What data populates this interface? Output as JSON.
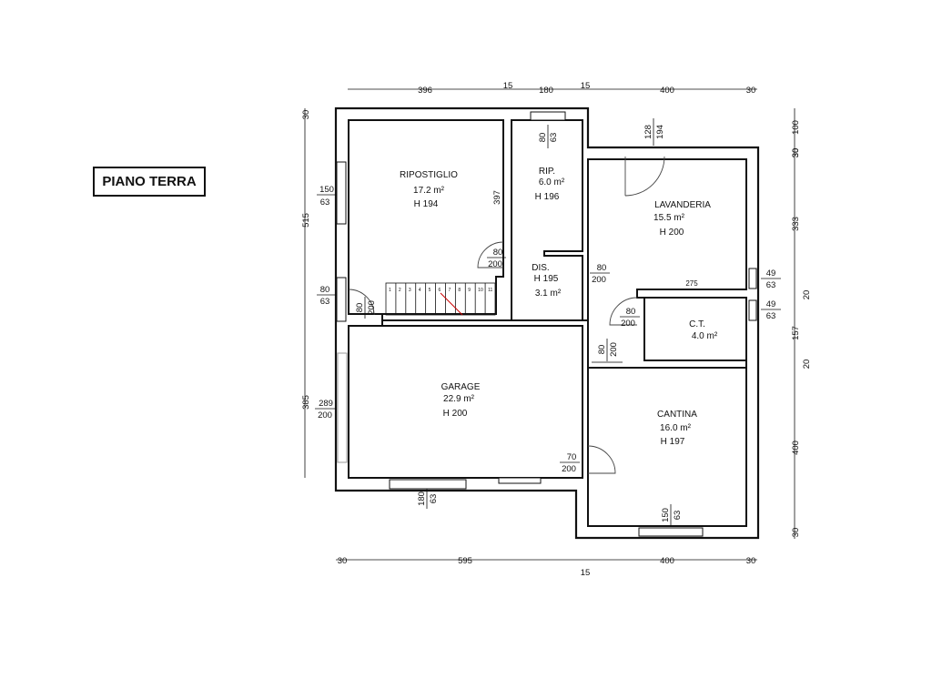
{
  "title": "PIANO TERRA",
  "rooms": [
    {
      "name": "RIPOSTIGLIO",
      "area": "17.2 m²",
      "height": "H 194"
    },
    {
      "name": "RIP.",
      "area": "6.0 m²",
      "height": "H 196"
    },
    {
      "name": "DIS.",
      "height": "H 195",
      "area": "3.1 m²"
    },
    {
      "name": "LAVANDERIA",
      "area": "15.5 m²",
      "height": "H 200"
    },
    {
      "name": "C.T.",
      "area": "4.0 m²"
    },
    {
      "name": "GARAGE",
      "area": "22.9 m²",
      "height": "H 200"
    },
    {
      "name": "CANTINA",
      "area": "16.0 m²",
      "height": "H 197"
    }
  ],
  "dims_top": [
    "396",
    "15",
    "180",
    "15",
    "400",
    "30"
  ],
  "dims_bottom": [
    "30",
    "595",
    "400",
    "30",
    "15"
  ],
  "dims_left": [
    "30",
    "515",
    "385"
  ],
  "dims_right": [
    "30",
    "100",
    "30",
    "333",
    "157",
    "400",
    "30",
    "20",
    "20"
  ],
  "openings": [
    {
      "w": "80",
      "h": "63"
    },
    {
      "w": "128",
      "h": "194"
    },
    {
      "w": "150",
      "h": "63"
    },
    {
      "w": "80",
      "h": "63"
    },
    {
      "w": "80",
      "h": "200"
    },
    {
      "w": "80",
      "h": "200"
    },
    {
      "w": "80",
      "h": "200"
    },
    {
      "w": "49",
      "h": "63"
    },
    {
      "w": "49",
      "h": "63"
    },
    {
      "w": "80",
      "h": "200"
    },
    {
      "w": "80",
      "h": "200"
    },
    {
      "w": "289",
      "h": "200"
    },
    {
      "w": "70",
      "h": "200"
    },
    {
      "w": "180",
      "h": "63"
    },
    {
      "w": "150",
      "h": "63"
    }
  ],
  "internal_dims": [
    "397",
    "275"
  ],
  "stair_steps": [
    "1",
    "2",
    "3",
    "4",
    "5",
    "6",
    "7",
    "8",
    "9",
    "10",
    "11"
  ]
}
